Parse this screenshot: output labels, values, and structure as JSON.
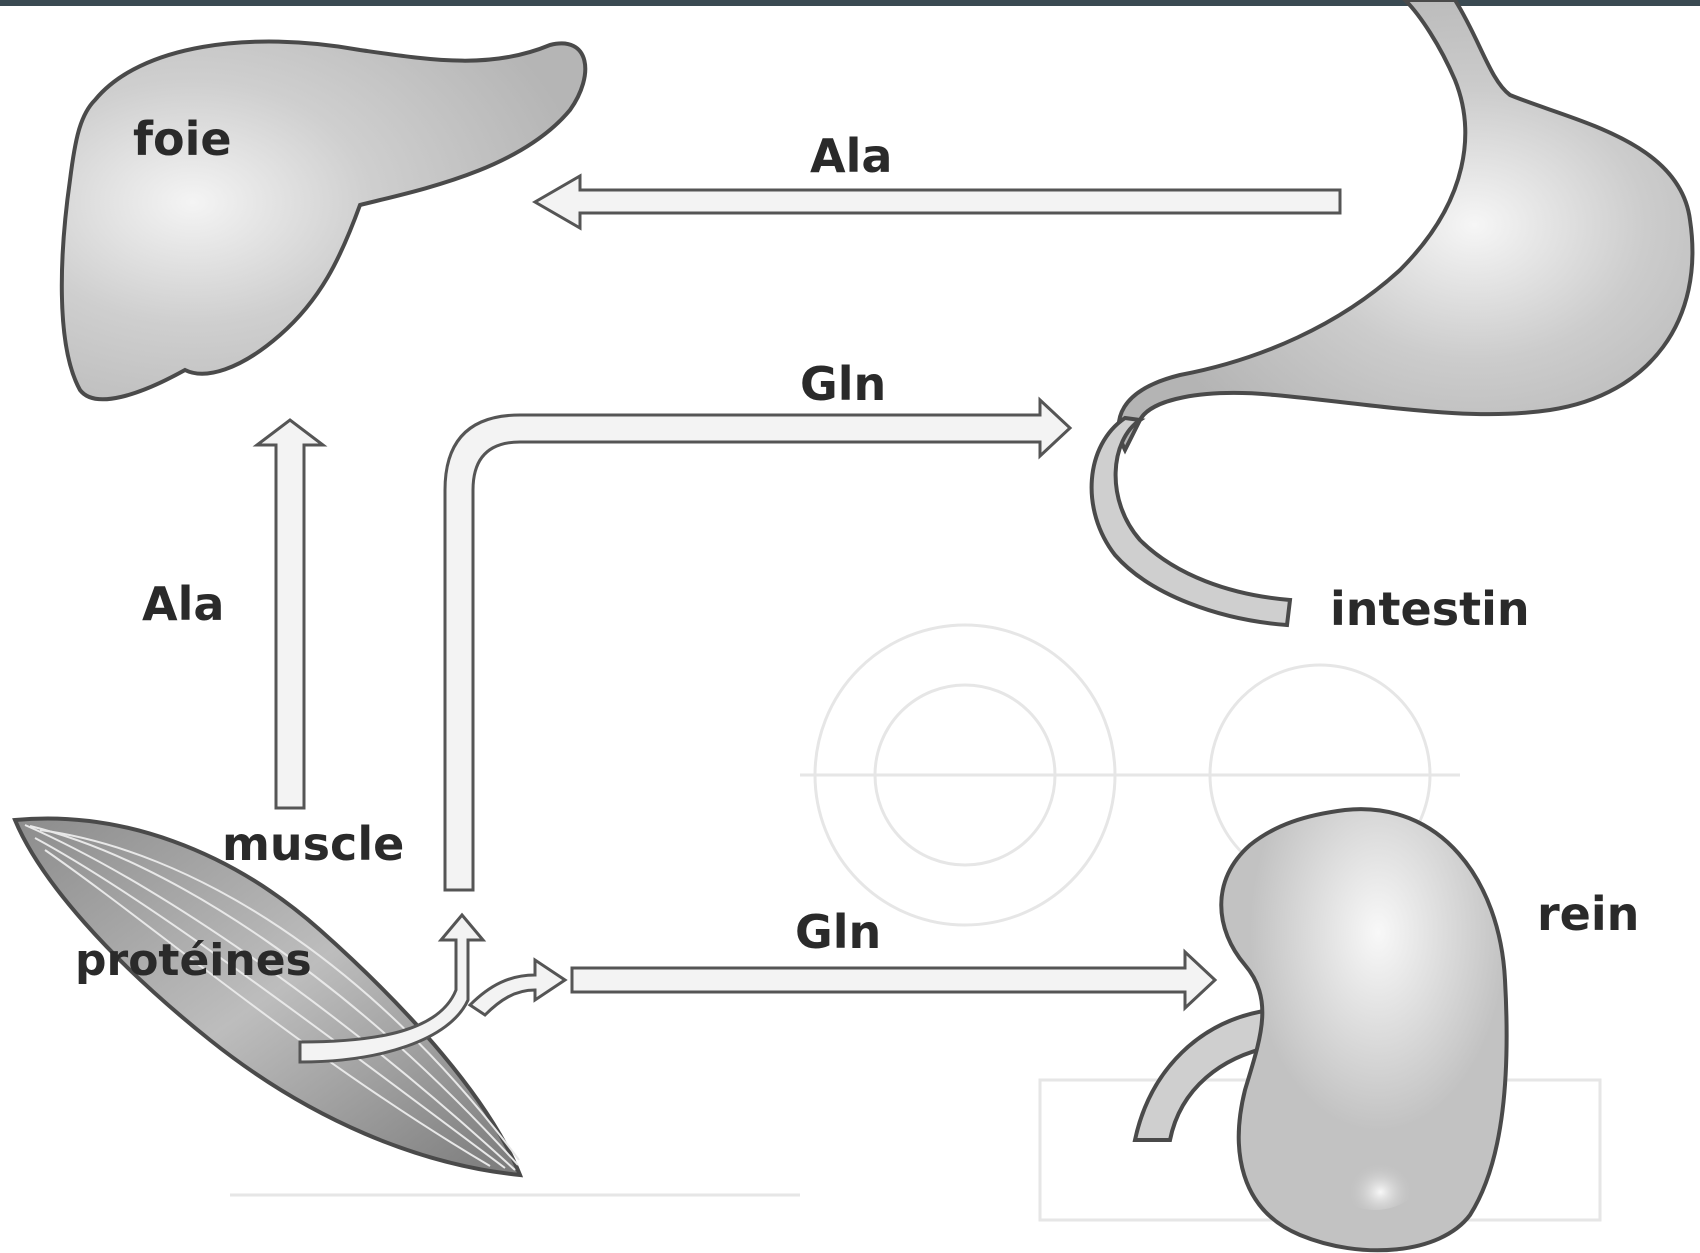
{
  "organs": {
    "liver_label": "foie",
    "intestine_label": "intestin",
    "kidney_label": "rein",
    "muscle_label": "muscle",
    "proteins_label": "protéines"
  },
  "flows": {
    "intestine_to_liver": "Ala",
    "muscle_to_liver": "Ala",
    "muscle_to_intestine": "Gln",
    "muscle_to_kidney": "Gln"
  },
  "colors": {
    "organ_fill": "#c9c9c9",
    "arrow_fill": "#f3f3f3",
    "outline": "#4a4a4a",
    "top_border": "#3a4a52"
  }
}
